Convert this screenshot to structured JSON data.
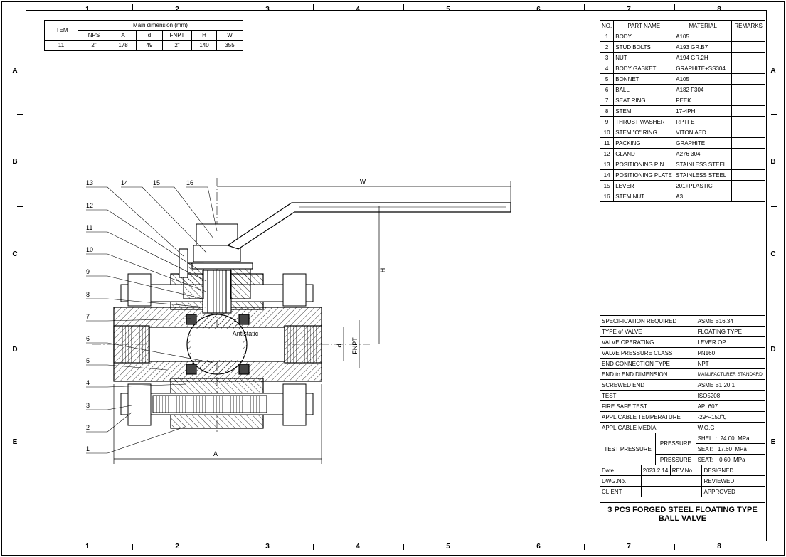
{
  "zones_top": [
    "1",
    "2",
    "3",
    "4",
    "5",
    "6",
    "7",
    "8"
  ],
  "zones_side": [
    "A",
    "B",
    "C",
    "D",
    "E"
  ],
  "dim_table": {
    "title": "Main dimension (mm)",
    "item_header": "ITEM",
    "columns": [
      "NPS",
      "A",
      "d",
      "FNPT",
      "H",
      "W"
    ],
    "row": [
      "11",
      "2\"",
      "178",
      "49",
      "2\"",
      "140",
      "355"
    ]
  },
  "parts_table": {
    "headers": [
      "NO.",
      "PART NAME",
      "MATERIAL",
      "REMARKS"
    ],
    "rows": [
      [
        "1",
        "BODY",
        "A105"
      ],
      [
        "2",
        "STUD BOLTS",
        "A193 GR.B7"
      ],
      [
        "3",
        "NUT",
        "A194 GR.2H"
      ],
      [
        "4",
        "BODY GASKET",
        "GRAPHITE+SS304"
      ],
      [
        "5",
        "BONNET",
        "A105"
      ],
      [
        "6",
        "BALL",
        "A182 F304"
      ],
      [
        "7",
        "SEAT RING",
        "PEEK"
      ],
      [
        "8",
        "STEM",
        "17-4PH"
      ],
      [
        "9",
        "THRUST WASHER",
        "RPTFE"
      ],
      [
        "10",
        "STEM \"O\" RING",
        "VITON AED"
      ],
      [
        "11",
        "PACKING",
        "GRAPHITE"
      ],
      [
        "12",
        "GLAND",
        "A276 304"
      ],
      [
        "13",
        "POSITIONING PIN",
        "STAINLESS STEEL"
      ],
      [
        "14",
        "POSITIONING PLATE",
        "STAINLESS STEEL"
      ],
      [
        "15",
        "LEVER",
        "201+PLASTIC"
      ],
      [
        "16",
        "STEM NUT",
        "A3"
      ]
    ]
  },
  "spec_table": {
    "rows": [
      [
        "SPECIFICATION REQUIRED",
        "ASME B16.34"
      ],
      [
        "TYPE of VALVE",
        "FLOATING TYPE"
      ],
      [
        "VALVE OPERATING",
        "LEVER OP."
      ],
      [
        "VALVE PRESSURE CLASS",
        "PN160"
      ],
      [
        "END CONNECTION TYPE",
        "NPT"
      ],
      [
        "END to END DIMENSION",
        "MANUFACTURER STANDARD"
      ],
      [
        "SCREWED END",
        "ASME B1.20.1"
      ],
      [
        "TEST",
        "ISO5208"
      ],
      [
        "FIRE SAFE TEST",
        "API 607"
      ],
      [
        "APPLICABLE TEMPERATURE",
        "-29～150℃"
      ],
      [
        "APPLICABLE MEDIA",
        "W.O.G"
      ]
    ],
    "test_pressure_label": "TEST PRESSURE",
    "pressure_label": "PRESSURE",
    "shell_label": "SHELL:",
    "shell_value": "24.00",
    "shell_unit": "MPa",
    "seat1_label": "SEAT:",
    "seat1_value": "17.60",
    "seat1_unit": "MPa",
    "seat2_label": "SEAT:",
    "seat2_value": "0.60",
    "seat2_unit": "MPa",
    "date_label": "Date",
    "date_value": "2023.2.14",
    "rev_label": "REV.No.",
    "designed": "DESIGNED",
    "dwg_label": "DWG.No.",
    "reviewed": "REVIEWED",
    "client_label": "CLIENT",
    "approved": "APPROVED"
  },
  "title": "3 PCS FORGED STEEL FLOATING TYPE BALL VALVE",
  "drawing": {
    "callouts": [
      "13",
      "14",
      "15",
      "16",
      "12",
      "11",
      "10",
      "9",
      "8",
      "7",
      "6",
      "5",
      "4",
      "3",
      "2",
      "1"
    ],
    "dim_A": "A",
    "dim_W": "W",
    "dim_H": "H",
    "dim_d": "d",
    "dim_FNPT": "FNPT",
    "antistatic": "Antistatic"
  }
}
